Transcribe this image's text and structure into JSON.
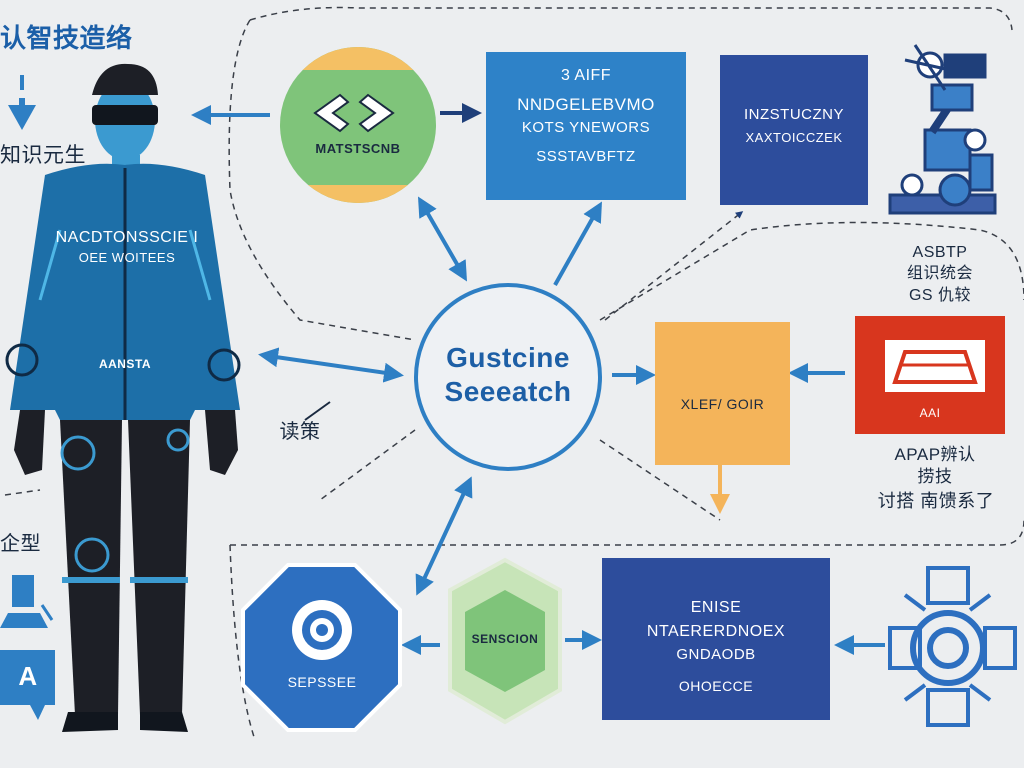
{
  "header": {
    "title": "认智技造络"
  },
  "person": {
    "left_label": "知识元生",
    "jacket_line1": "NACDTONSSCIE I",
    "jacket_line2": "OEE WOITEES",
    "jacket_badge": "AANSTA",
    "side_note": "读策"
  },
  "hub": {
    "line1": "Gustcine",
    "line2": "Seeeatch"
  },
  "nodes": {
    "code_circle": {
      "label": "MATSTSCNB"
    },
    "blue_box_top": {
      "line1": "3 AIFF",
      "line2": "NNDGELEBVMO",
      "line3": "KOTS YNEWORS",
      "line4": "SSSTAVBFTZ"
    },
    "navy_box_top": {
      "line1": "INZSTUCZNY",
      "line2": "XAXTOICCZEK"
    },
    "right_top_text": {
      "line1": "ASBTP",
      "line2": "组识统会",
      "line3": "GS 仇较"
    },
    "orange_box": {
      "label": "XLEF/ GOIR"
    },
    "red_box": {
      "label": "AAI"
    },
    "right_mid_text": {
      "line1": "APAP辨认",
      "line2": "捞技",
      "line3": "讨搭 南馈系了"
    },
    "octagon": {
      "label": "SEPSSEE"
    },
    "green_hex": {
      "label": "SENSCION"
    },
    "navy_box_bottom": {
      "line1": "ENISE",
      "line2": "NTAERERDNOEX",
      "line3": "GNDAODB",
      "line4": "OHOECCE"
    },
    "left_bottom": {
      "label": "企型",
      "badge": "A"
    }
  },
  "colors": {
    "background": "#eceef0",
    "brand_blue": "#2e7fc4",
    "navy": "#2d4d9c",
    "orange": "#f4b45a",
    "red": "#d8361e",
    "green": "#7fc47a"
  },
  "icons": [
    "arrow-down-icon",
    "code-brackets-icon",
    "robot-arm-icon",
    "target-icon",
    "gear-icon",
    "screen-icon"
  ]
}
